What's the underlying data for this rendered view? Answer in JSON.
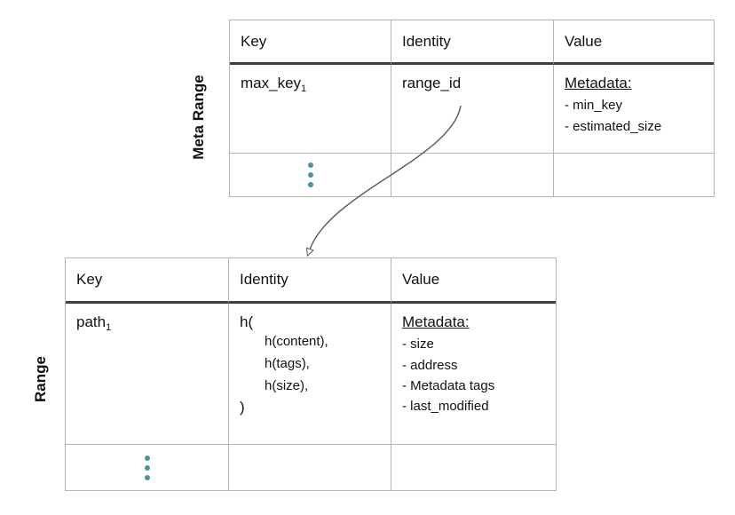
{
  "diagram": {
    "colors": {
      "dots": "#4e8fa2",
      "border_light": "#b5b5b5",
      "header_separator": "#3f3f3f",
      "text": "#111111",
      "arrow": "#555555"
    },
    "meta_range_table": {
      "label": "Meta Range",
      "headers": [
        "Key",
        "Identity",
        "Value"
      ],
      "row": {
        "key": "max_key",
        "key_subscript": "1",
        "identity": "range_id",
        "value_title": "Metadata:",
        "value_items": [
          "- min_key",
          "- estimated_size"
        ]
      }
    },
    "range_table": {
      "label": "Range",
      "headers": [
        "Key",
        "Identity",
        "Value"
      ],
      "row": {
        "key": "path",
        "key_subscript": "1",
        "identity_open": "h(",
        "identity_args": [
          "h(content),",
          "h(tags),",
          "h(size),"
        ],
        "identity_close": ")",
        "value_title": "Metadata:",
        "value_items": [
          "- size",
          "- address",
          "- Metadata tags",
          "- last_modified"
        ]
      }
    },
    "arrow": {
      "from": "range_id",
      "to": "Range table"
    }
  }
}
